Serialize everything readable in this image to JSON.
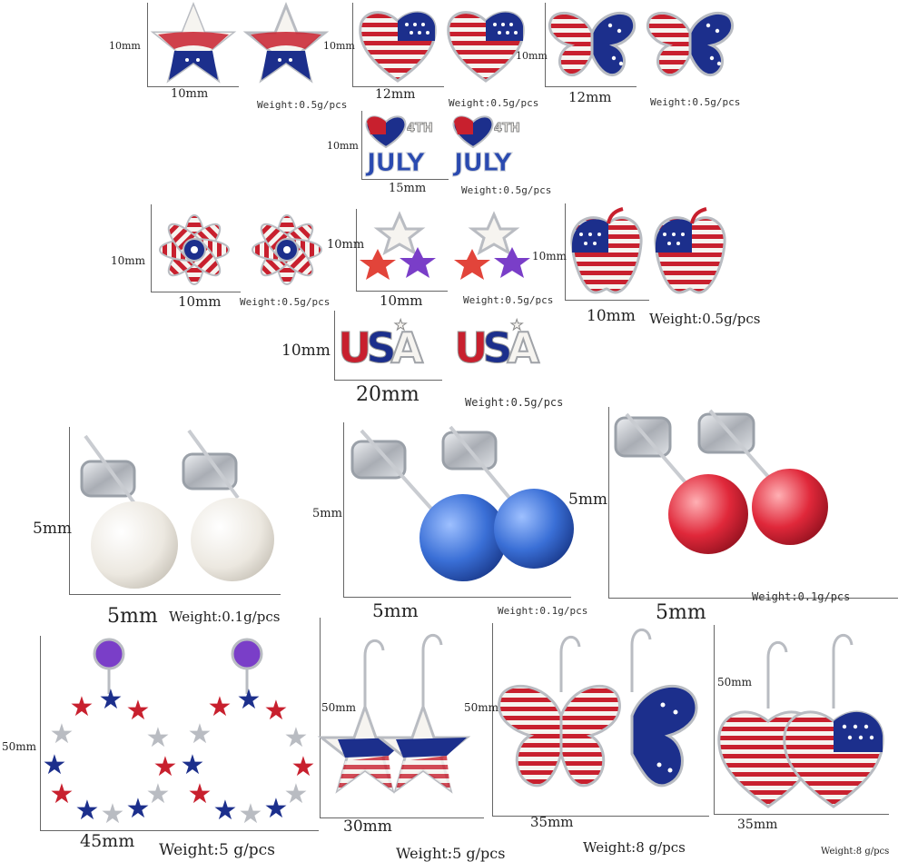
{
  "colors": {
    "red": "#c8202e",
    "blue": "#1c2f8c",
    "white": "#f6f4f0",
    "silver": "#b9bcc2",
    "purple": "#7a3ec8",
    "pearl_white": "#f2efe9",
    "pearl_blue": "#3a6fd6",
    "pearl_red": "#e0283a"
  },
  "items": [
    {
      "name": "star-stud",
      "height": "10mm",
      "width": "10mm",
      "weight": "Weight:0.5g/pcs"
    },
    {
      "name": "heart-flag-stud",
      "height": "10mm",
      "width": "12mm",
      "weight": "Weight:0.5g/pcs"
    },
    {
      "name": "butterfly-stud",
      "height": "10mm",
      "width": "12mm",
      "weight": "Weight:0.5g/pcs"
    },
    {
      "name": "fourth-july-stud",
      "height": "10mm",
      "width": "15mm",
      "weight": "Weight:0.5g/pcs",
      "text_top": "4TH",
      "text_main": "JULY"
    },
    {
      "name": "flower-stud",
      "height": "10mm",
      "width": "10mm",
      "weight": "Weight:0.5g/pcs"
    },
    {
      "name": "three-stars-stud",
      "height": "10mm",
      "width": "10mm",
      "weight": "Weight:0.5g/pcs"
    },
    {
      "name": "apple-flag-stud",
      "height": "10mm",
      "width": "10mm",
      "weight": "Weight:0.5g/pcs"
    },
    {
      "name": "usa-stud",
      "height": "10mm",
      "width": "20mm",
      "weight": "Weight:0.5g/pcs",
      "text_main": "USA"
    },
    {
      "name": "white-pearl-stud",
      "height": "5mm",
      "width": "5mm",
      "weight": "Weight:0.1g/pcs"
    },
    {
      "name": "blue-pearl-stud",
      "height": "5mm",
      "width": "5mm",
      "weight": "Weight:0.1g/pcs"
    },
    {
      "name": "red-pearl-stud",
      "height": "5mm",
      "width": "5mm",
      "weight": "Weight:0.1g/pcs"
    },
    {
      "name": "star-wreath-drop",
      "height": "50mm",
      "width": "45mm",
      "weight": "Weight:5 g/pcs"
    },
    {
      "name": "star-flag-dangle",
      "height": "50mm",
      "width": "30mm",
      "weight": "Weight:5 g/pcs"
    },
    {
      "name": "butterfly-dangle",
      "height": "50mm",
      "width": "35mm",
      "weight": "Weight:8 g/pcs"
    },
    {
      "name": "heart-flag-dangle",
      "height": "50mm",
      "width": "35mm",
      "weight": "Weight:8 g/pcs"
    }
  ]
}
